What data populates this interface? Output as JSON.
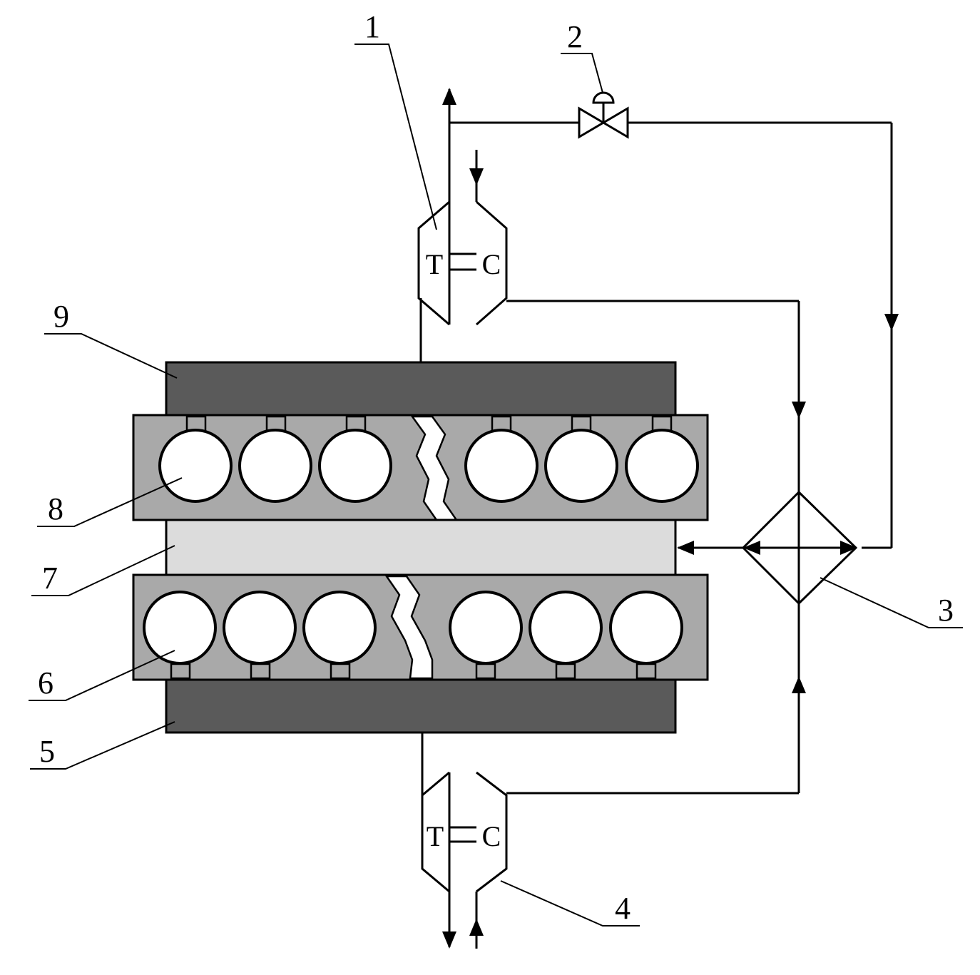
{
  "labels": {
    "part_1": "1",
    "part_2": "2",
    "part_3": "3",
    "part_4": "4",
    "part_5": "5",
    "part_6": "6",
    "part_7": "7",
    "part_8": "8",
    "part_9": "9"
  },
  "turbocharger_top": {
    "turbine": "T",
    "compressor": "C"
  },
  "turbocharger_bottom": {
    "turbine": "T",
    "compressor": "C"
  },
  "colors": {
    "plate": "#5a5a5a",
    "block": "#a9a9a9",
    "channel": "#dcdcdc",
    "line": "#000000"
  }
}
